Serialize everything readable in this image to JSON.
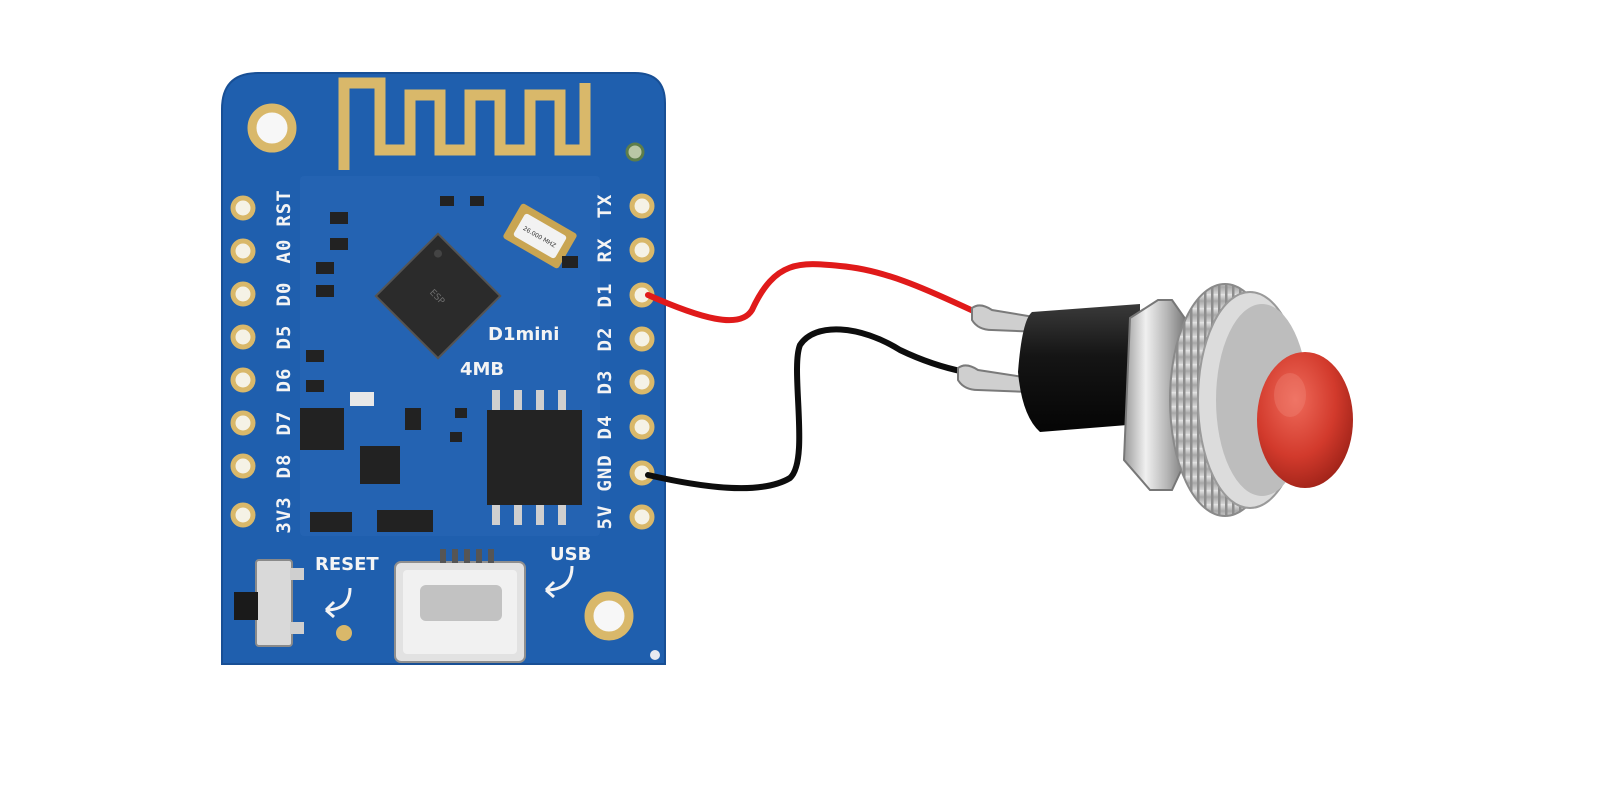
{
  "board": {
    "model_label": "D1mini",
    "flash_label": "4MB",
    "reset_label": "RESET",
    "usb_label": "USB",
    "crystal_label": "26.000 MHZ",
    "left_pins": [
      "RST",
      "A0",
      "D0",
      "D5",
      "D6",
      "D7",
      "D8",
      "3V3"
    ],
    "right_pins": [
      "TX",
      "RX",
      "D1",
      "D2",
      "D3",
      "D4",
      "GND",
      "5V"
    ]
  },
  "wires": [
    {
      "name": "red-wire",
      "from_pin": "D1",
      "to": "push-button-terminal-1",
      "color": "#e01a1a"
    },
    {
      "name": "black-wire",
      "from_pin": "GND",
      "to": "push-button-terminal-2",
      "color": "#0d0d0d"
    }
  ],
  "button": {
    "cap_color": "#d23a2c",
    "body_color": "#151515",
    "ring_color": "#c8c8c8"
  },
  "colors": {
    "pcb": "#1f5fae",
    "pcb_dark": "#174e93",
    "gold": "#d9b86a",
    "silkscreen": "#f4f4f4"
  }
}
